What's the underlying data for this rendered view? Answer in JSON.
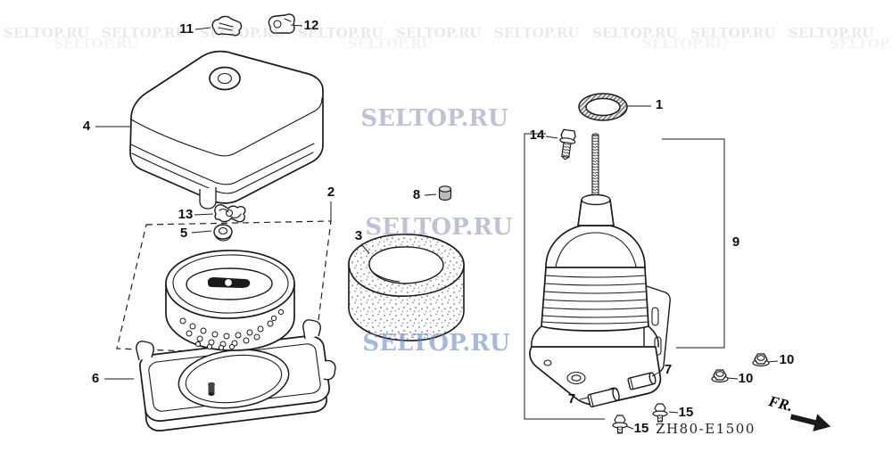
{
  "diagram": {
    "code": "ZH80-E1500",
    "direction_label": "FR.",
    "watermark": "SELTOP.RU",
    "callouts": {
      "1": "1",
      "2": "2",
      "3": "3",
      "4": "4",
      "5": "5",
      "6": "6",
      "7": "7",
      "8": "8",
      "9": "9",
      "10": "10",
      "11": "11",
      "12": "12",
      "13": "13",
      "14": "14",
      "15": "15"
    }
  }
}
